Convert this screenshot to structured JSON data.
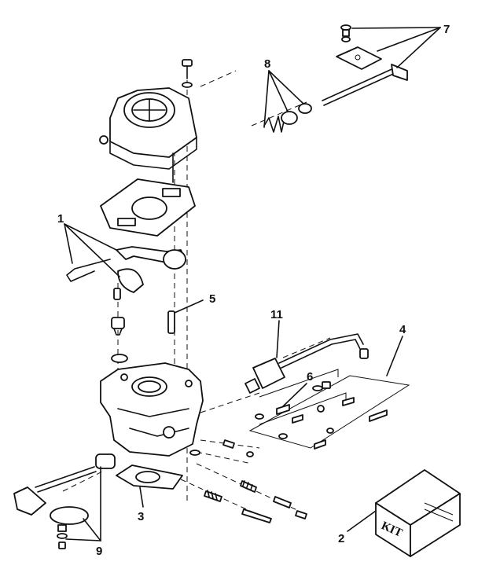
{
  "callouts": {
    "c1": "1",
    "c2": "2",
    "c3": "3",
    "c4": "4",
    "c5": "5",
    "c6": "6",
    "c7": "7",
    "c8": "8",
    "c9": "9",
    "c11": "11"
  },
  "kit_label": "KIT",
  "colors": {
    "ink": "#111111",
    "paper": "#ffffff"
  }
}
